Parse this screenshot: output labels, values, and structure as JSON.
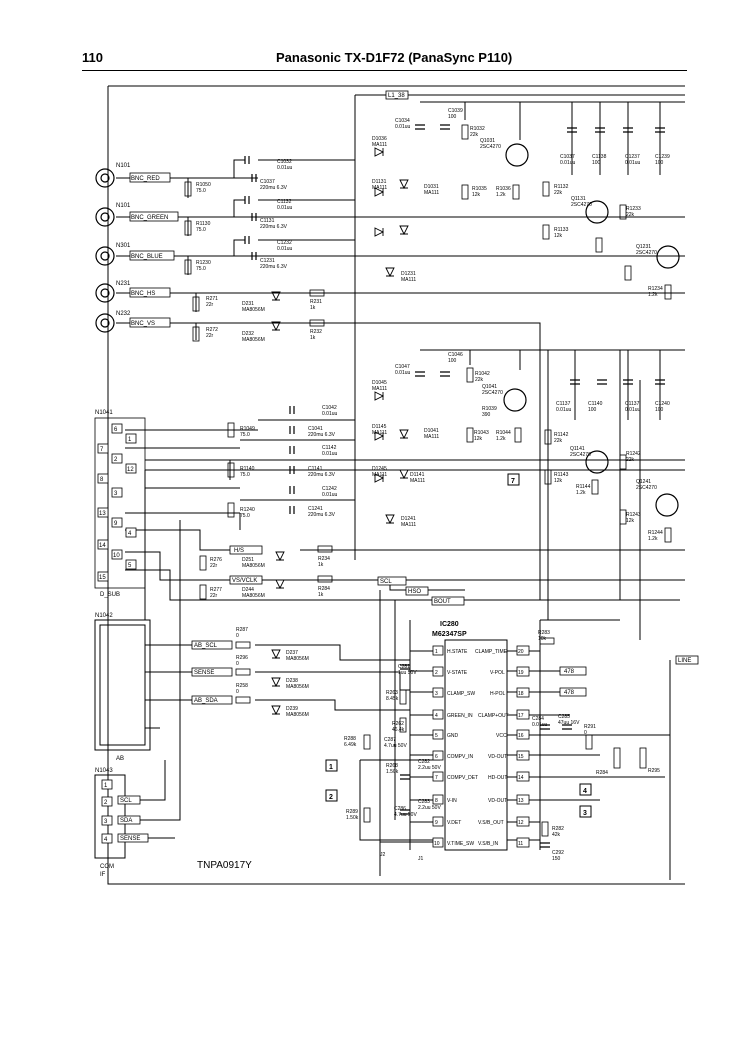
{
  "header": {
    "page_number": "110",
    "title": "Panasonic TX-D1F72 (PanaSync P110)"
  },
  "board_label": "TNPA0917Y",
  "connectors": {
    "bnc_red": {
      "ref": "N101",
      "net": "BNC_RED"
    },
    "bnc_green": {
      "ref": "N101",
      "net": "BNC_GREEN"
    },
    "bnc_blue": {
      "ref": "N301",
      "net": "BNC_BLUE"
    },
    "bnc_hs": {
      "ref": "N231",
      "net": "BNC_HS"
    },
    "bnc_vs": {
      "ref": "N232",
      "net": "BNC_VS"
    },
    "dsub": {
      "ref": "N1041",
      "label": "D_SUB",
      "pins": [
        "6",
        "1",
        "7",
        "2",
        "12",
        "8",
        "3",
        "13",
        "9",
        "4",
        "14",
        "10",
        "5",
        "15"
      ]
    },
    "ab": {
      "ref": "N1042",
      "label": "AB"
    },
    "com": {
      "ref": "N1043",
      "label": "COM",
      "sub": "IF",
      "pins": [
        "1",
        "2",
        "3",
        "4"
      ],
      "nets": [
        "SCL",
        "SDA",
        "SENSE"
      ]
    }
  },
  "nets": {
    "top_rail": "L1_38",
    "hs": "H/S",
    "vs_vclk": "VS/VCLK",
    "scl": "SCL",
    "hsi": "HSO",
    "bout": "BOUT",
    "ab_scl": "AB_SCL",
    "sense": "SENSE",
    "ab_sda": "AB_SDA",
    "out_478a": "478",
    "out_478b": "478",
    "right_net": "LINE"
  },
  "ic": {
    "ref": "IC280",
    "part": "M62347SP",
    "left_pins": [
      {
        "num": "1",
        "name": "H.STATE"
      },
      {
        "num": "2",
        "name": "V-STATE"
      },
      {
        "num": "3",
        "name": "CLAMP_SW"
      },
      {
        "num": "4",
        "name": "GREEN_IN"
      },
      {
        "num": "5",
        "name": "GND"
      },
      {
        "num": "6",
        "name": "COMPV_IN"
      },
      {
        "num": "7",
        "name": "COMPV_DET"
      },
      {
        "num": "8",
        "name": "V-IN"
      },
      {
        "num": "9",
        "name": "V.DET"
      },
      {
        "num": "10",
        "name": "V.TIME_SW"
      }
    ],
    "right_pins": [
      {
        "num": "20",
        "name": "CLAMP_TIME"
      },
      {
        "num": "19",
        "name": "V-POL"
      },
      {
        "num": "18",
        "name": "H-POL"
      },
      {
        "num": "17",
        "name": "CLAMP+OUT"
      },
      {
        "num": "16",
        "name": "VCC"
      },
      {
        "num": "15",
        "name": "VD-OUT"
      },
      {
        "num": "14",
        "name": "HD-OUT"
      },
      {
        "num": "13",
        "name": "VD-OUT"
      },
      {
        "num": "12",
        "name": "V.S/B_OUT"
      },
      {
        "num": "11",
        "name": "V.S/B_IN"
      }
    ]
  },
  "markers": [
    "1",
    "2",
    "3",
    "4",
    "7"
  ],
  "components": {
    "r1050": {
      "ref": "R1050",
      "val": "75.0"
    },
    "r1130": {
      "ref": "R1130",
      "val": "75.0"
    },
    "r1230": {
      "ref": "R1230",
      "val": "75.0"
    },
    "c1032": {
      "ref": "C1032",
      "val": "0.01uu"
    },
    "c1037": {
      "ref": "C1037",
      "val": "220mu 6.3V"
    },
    "c1132": {
      "ref": "C1132",
      "val": "0.01uu"
    },
    "c1131": {
      "ref": "C1131",
      "val": "220mu 6.3V"
    },
    "c1232": {
      "ref": "C1232",
      "val": "0.01uu"
    },
    "c1231": {
      "ref": "C1231",
      "val": "220mu 6.3V"
    },
    "d1036": {
      "ref": "D1036",
      "val": "MA111"
    },
    "d1031": {
      "ref": "D1031",
      "val": "MA111"
    },
    "d1131": {
      "ref": "D1131",
      "val": "MA111"
    },
    "d1231": {
      "ref": "D1231",
      "val": "MA111"
    },
    "r271": {
      "ref": "R271",
      "val": "22r"
    },
    "r272": {
      "ref": "R272",
      "val": "22r"
    },
    "d231": {
      "ref": "D231",
      "val": "MA8056M"
    },
    "d232": {
      "ref": "D232",
      "val": "MA8056M"
    },
    "r231": {
      "ref": "R231",
      "val": "1k"
    },
    "r232": {
      "ref": "R232",
      "val": "1k"
    },
    "c1034": {
      "ref": "C1034",
      "val": "0.01uu"
    },
    "c1039": {
      "ref": "C1039",
      "val": "100"
    },
    "r1032": {
      "ref": "R1032",
      "val": "22k"
    },
    "q1031": {
      "ref": "Q1031",
      "val": "2SC4270"
    },
    "r1036": {
      "ref": "R1036",
      "val": "1.2k"
    },
    "r1035": {
      "ref": "R1035",
      "val": "12k"
    },
    "q1131": {
      "ref": "Q1131",
      "val": "2SC4270"
    },
    "r1132": {
      "ref": "R1132",
      "val": "22k"
    },
    "r1133": {
      "ref": "R1133",
      "val": "12k"
    },
    "q1231": {
      "ref": "Q1231",
      "val": "2SC4270"
    },
    "r1233": {
      "ref": "R1233",
      "val": "22k"
    },
    "r1234": {
      "ref": "R1234",
      "val": "1.2k"
    },
    "c1037b": {
      "ref": "C1037",
      "val": "0.01uu"
    },
    "c1138": {
      "ref": "C1138",
      "val": "100"
    },
    "c1237": {
      "ref": "C1237",
      "val": "0.01uu"
    },
    "c1239": {
      "ref": "C1239",
      "val": "100"
    },
    "c1047": {
      "ref": "C1047",
      "val": "0.01uu"
    },
    "c1046": {
      "ref": "C1046",
      "val": "100"
    },
    "d1045": {
      "ref": "D1045",
      "val": "MA111"
    },
    "d1041": {
      "ref": "D1041",
      "val": "MA111"
    },
    "d1145": {
      "ref": "D1145",
      "val": "MA111"
    },
    "d1141": {
      "ref": "D1141",
      "val": "MA111"
    },
    "d1245": {
      "ref": "D1245",
      "val": "MA111"
    },
    "d1241": {
      "ref": "D1241",
      "val": "MA111"
    },
    "r1042": {
      "ref": "R1042",
      "val": "22k"
    },
    "q1041": {
      "ref": "Q1041",
      "val": "2SC4270"
    },
    "r1039": {
      "ref": "R1039",
      "val": "390"
    },
    "r1043": {
      "ref": "R1043",
      "val": "12k"
    },
    "r1044": {
      "ref": "R1044",
      "val": "1.2k"
    },
    "c1137": {
      "ref": "C1137",
      "val": "0.01uu"
    },
    "c1140": {
      "ref": "C1140",
      "val": "100"
    },
    "c1137b": {
      "ref": "C1137",
      "val": "0.01uu"
    },
    "c1240": {
      "ref": "C1240",
      "val": "100"
    },
    "r1049": {
      "ref": "R1049",
      "val": "75.0"
    },
    "r1140": {
      "ref": "R1140",
      "val": "75.0"
    },
    "r1240": {
      "ref": "R1240",
      "val": "75.0"
    },
    "c1042": {
      "ref": "C1042",
      "val": "0.01uu"
    },
    "c1041": {
      "ref": "C1041",
      "val": "220mu 6.3V"
    },
    "c1142": {
      "ref": "C1142",
      "val": "0.01uu"
    },
    "c1141": {
      "ref": "C1141",
      "val": "220mu 6.3V"
    },
    "c1242": {
      "ref": "C1242",
      "val": "0.01uu"
    },
    "c1241": {
      "ref": "C1241",
      "val": "220mu 6.3V"
    },
    "q1141": {
      "ref": "Q1141",
      "val": "2SC4270"
    },
    "r1142": {
      "ref": "R1142",
      "val": "22k"
    },
    "r1143": {
      "ref": "R1143",
      "val": "12k"
    },
    "r1144": {
      "ref": "R1144",
      "val": "1.2k"
    },
    "q1241": {
      "ref": "Q1241",
      "val": "2SC4270"
    },
    "r1242": {
      "ref": "R1242",
      "val": "22k"
    },
    "r1243": {
      "ref": "R1243",
      "val": "12k"
    },
    "r1244": {
      "ref": "R1244",
      "val": "1.2k"
    },
    "r276": {
      "ref": "R276",
      "val": "22r"
    },
    "r277": {
      "ref": "R277",
      "val": "22r"
    },
    "d251": {
      "ref": "D251",
      "val": "MA8056M"
    },
    "d244": {
      "ref": "D244",
      "val": "MA8056M"
    },
    "r234": {
      "ref": "R234",
      "val": "1k"
    },
    "r284": {
      "ref": "R284",
      "val": "1k"
    },
    "r287": {
      "ref": "R287",
      "val": "0"
    },
    "r296": {
      "ref": "R296",
      "val": "0"
    },
    "r258": {
      "ref": "R258",
      "val": "0"
    },
    "d237": {
      "ref": "D237",
      "val": "MA8056M"
    },
    "d238": {
      "ref": "D238",
      "val": "MA8056M"
    },
    "d239": {
      "ref": "D239",
      "val": "MA8056M"
    },
    "r283": {
      "ref": "R283",
      "val": "10k"
    },
    "c281": {
      "ref": "C281",
      "val": "1uu 50V"
    },
    "r263": {
      "ref": "R263",
      "val": "8.45k"
    },
    "r262": {
      "ref": "R262",
      "val": "46.4k"
    },
    "c287": {
      "ref": "C287",
      "val": "4.7uu 50V"
    },
    "r288": {
      "ref": "R288",
      "val": "6.49k"
    },
    "r268": {
      "ref": "R268",
      "val": "1.50k"
    },
    "c282": {
      "ref": "C282",
      "val": "2.2uu 50V"
    },
    "c286": {
      "ref": "C286",
      "val": "4.7uu 50V"
    },
    "r289": {
      "ref": "R289",
      "val": "1.50k"
    },
    "c283": {
      "ref": "C283",
      "val": "2.2uu 50V"
    },
    "c284": {
      "ref": "C284",
      "val": "0.01uu"
    },
    "c285": {
      "ref": "C285",
      "val": "47uu 16V"
    },
    "r291": {
      "ref": "R291",
      "val": "0"
    },
    "r284b": {
      "ref": "R284",
      "val": ""
    },
    "r295": {
      "ref": "R295",
      "val": ""
    },
    "r282": {
      "ref": "R282",
      "val": "42k"
    },
    "c292": {
      "ref": "C292",
      "val": "150"
    },
    "j1": {
      "ref": "J1",
      "val": ""
    },
    "j2": {
      "ref": "J2",
      "val": ""
    }
  }
}
